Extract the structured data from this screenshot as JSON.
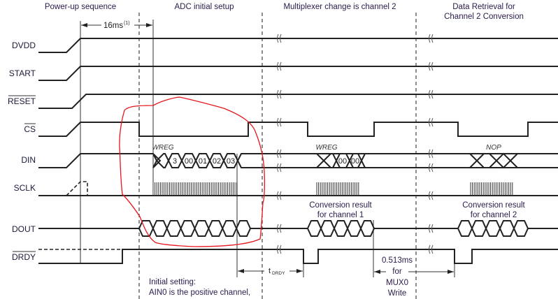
{
  "sections": {
    "power_up": "Power-up sequence",
    "adc_setup": "ADC initial setup",
    "mux_change": "Multiplexer change is channel 2",
    "data_retrieval_line1": "Data Retrieval for",
    "data_retrieval_line2": "Channel 2 Conversion"
  },
  "timing": {
    "powerup_delay": "16ms",
    "powerup_footnote": "(1)",
    "tdrdy_t": "t",
    "tdrdy_sub": "DRDY",
    "mux_write_lines": [
      "0.513ms",
      "for",
      "MUX0",
      "Write"
    ]
  },
  "signals": [
    "DVDD",
    "START",
    "RESET",
    "CS",
    "DIN",
    "SCLK",
    "DOUT",
    "DRDY"
  ],
  "din": {
    "first_command": "WREG",
    "first_bytes": [
      "3",
      "00",
      "01",
      "02",
      "03"
    ],
    "second_command": "WREG",
    "second_bytes": [
      "00",
      "00"
    ],
    "third_command": "NOP"
  },
  "dout": {
    "result_ch1_line1": "Conversion result",
    "result_ch1_line2": "for channel 1",
    "result_ch2_line1": "Conversion result",
    "result_ch2_line2": "for channel 2"
  },
  "notes": {
    "initial_setting_line1": "Initial setting:",
    "initial_setting_line2": "AIN0 is the positive channel,"
  },
  "colors": {
    "annotation": "#e8141c",
    "trace": "#222222"
  }
}
